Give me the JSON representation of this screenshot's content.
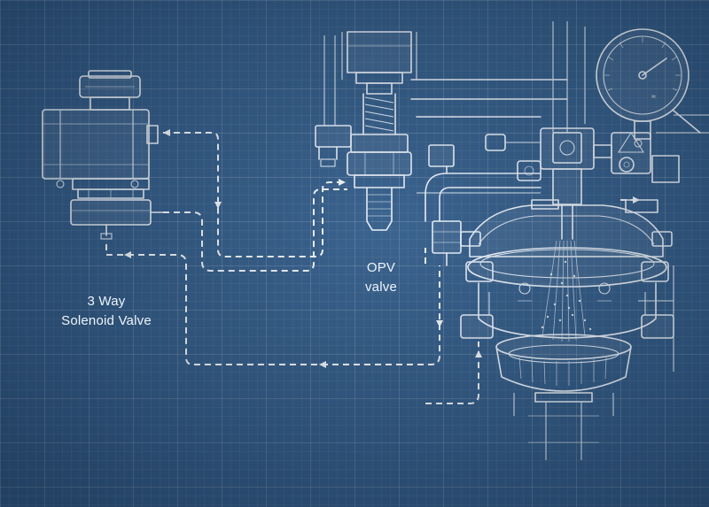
{
  "labels": {
    "solenoid_line1": "3 Way",
    "solenoid_line2": "Solenoid Valve",
    "opv_line1": "OPV",
    "opv_line2": "valve"
  },
  "colors": {
    "background": "#2f5a88",
    "line": "#e8f0fa",
    "grid": "#ffffff"
  }
}
